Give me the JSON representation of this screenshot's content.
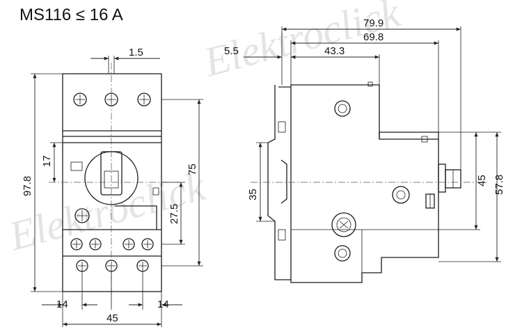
{
  "title": "MS116 ≤ 16 A",
  "dimensions": {
    "front_top_offset": "1.5",
    "front_height_total": "97.8",
    "front_inner_17": "17",
    "front_75": "75",
    "front_27_5": "27.5",
    "front_bottom_left": "14",
    "front_bottom_right": "14",
    "front_width": "45",
    "side_overall_depth": "79.9",
    "side_depth_69_8": "69.8",
    "side_depth_43_3": "43.3",
    "side_left_5_5": "5.5",
    "side_rail_35": "35",
    "side_right_45": "45",
    "side_right_57_8": "57.8"
  },
  "watermark": "Elektroclick"
}
